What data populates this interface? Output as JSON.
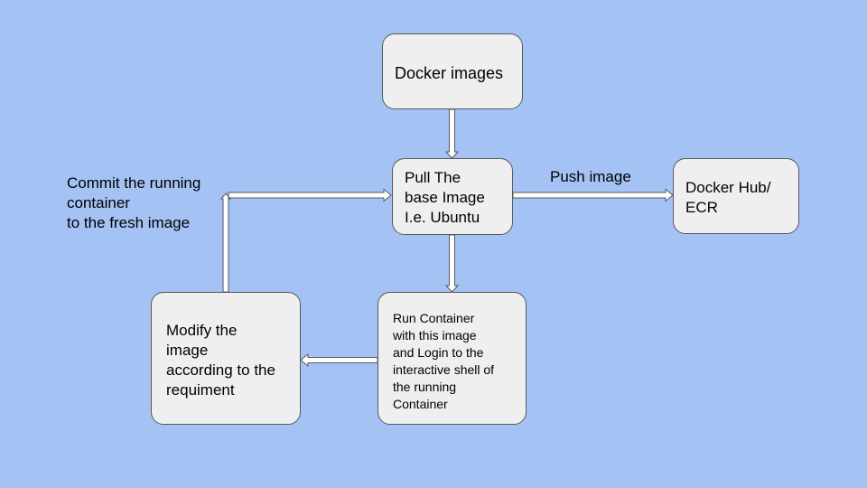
{
  "diagram": {
    "nodes": {
      "docker_images": {
        "label": "Docker images"
      },
      "pull_base_image": {
        "label": "Pull The\nbase Image\nI.e. Ubuntu"
      },
      "docker_hub_ecr": {
        "label": "Docker Hub/\nECR"
      },
      "run_container": {
        "label": "Run Container\nwith this image\nand Login to the\ninteractive shell of\nthe running\nContainer"
      },
      "modify_image": {
        "label": "Modify the\nimage\naccording to the\nrequiment"
      }
    },
    "edge_labels": {
      "push_image": "Push image",
      "commit": "Commit the running\ncontainer\nto the fresh image"
    },
    "colors": {
      "background": "#a4c2f4",
      "box_fill": "#efefef",
      "box_border": "#595959",
      "arrow_fill": "#ffffff",
      "arrow_stroke": "#595959"
    }
  }
}
